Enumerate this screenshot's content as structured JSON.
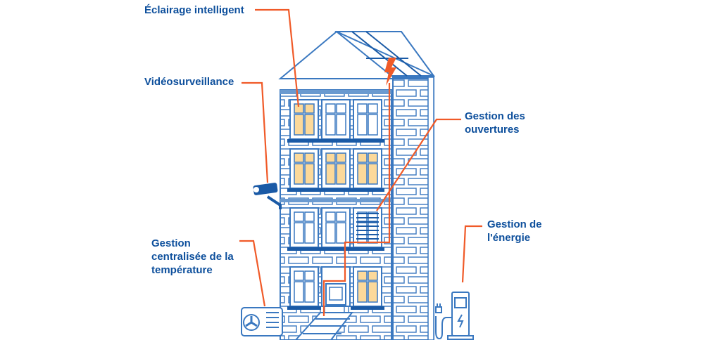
{
  "labels": {
    "lighting": "Éclairage intelligent",
    "video": "Vidéosurveillance",
    "openings": [
      "Gestion des",
      "ouvertures"
    ],
    "energy": [
      "Gestion de",
      "l'énergie"
    ],
    "temperature": [
      "Gestion",
      "centralisée de la",
      "température"
    ]
  },
  "colors": {
    "text": "#0d4f9c",
    "outline": "#3a78c0",
    "accent": "#f05a28",
    "lit_window": "#fcd99a"
  },
  "windows": [
    [
      "lit",
      "plain",
      "plain"
    ],
    [
      "lit",
      "lit",
      "lit"
    ],
    [
      "plain",
      "plain",
      "shutter"
    ],
    [
      "plain",
      "door",
      "lit"
    ]
  ]
}
